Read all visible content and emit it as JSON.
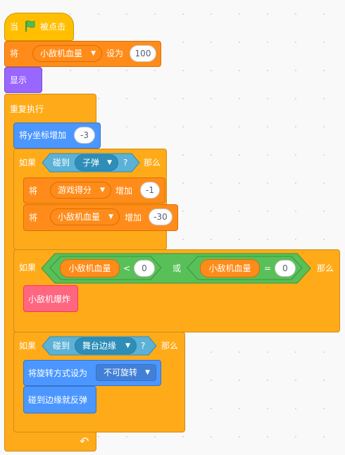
{
  "when_flag": {
    "prefix": "当",
    "suffix": "被点击"
  },
  "set_hp": {
    "label": "将",
    "variable": "小敌机血量",
    "to_label": "设为",
    "value": "100"
  },
  "show": {
    "label": "显示"
  },
  "forever": {
    "label": "重复执行",
    "loop_arrow": "↶"
  },
  "change_y": {
    "label": "将y坐标增加",
    "value": "-3"
  },
  "if1": {
    "if_label": "如果",
    "then_label": "那么",
    "touching": {
      "label": "碰到",
      "target": "子弹",
      "question": "?"
    },
    "change_score": {
      "label": "将",
      "variable": "游戏得分",
      "change_label": "增加",
      "value": "-1"
    },
    "change_hp": {
      "label": "将",
      "variable": "小敌机血量",
      "change_label": "增加",
      "value": "-30"
    }
  },
  "if2": {
    "if_label": "如果",
    "then_label": "那么",
    "or_label": "或",
    "lt": {
      "reporter": "小敌机血量",
      "op": "<",
      "value": "0"
    },
    "eq": {
      "reporter": "小敌机血量",
      "op": "=",
      "value": "0"
    },
    "explode": {
      "label": "小敌机爆炸"
    }
  },
  "if3": {
    "if_label": "如果",
    "then_label": "那么",
    "touching": {
      "label": "碰到",
      "target": "舞台边缘",
      "question": "?"
    },
    "rotation": {
      "label": "将旋转方式设为",
      "value": "不可旋转"
    },
    "bounce": {
      "label": "碰到边缘就反弹"
    }
  },
  "colors": {
    "control": "#ffab19",
    "motion": "#4c97ff",
    "looks": "#9966ff",
    "variables": "#ff8c1a",
    "events": "#ffbf00",
    "sensing": "#5cb1d6",
    "operators": "#59c059",
    "my_blocks": "#ff6680",
    "flag": "#4cbf56"
  },
  "icons": {
    "flag": "green-flag-icon",
    "dropdown": "chevron-down-icon",
    "loop": "loop-arrow-icon"
  }
}
